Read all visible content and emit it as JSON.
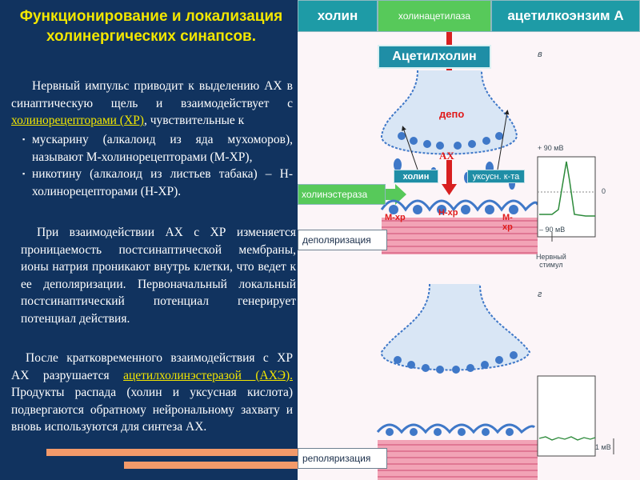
{
  "left": {
    "title": "Функционирование и локализация холинергических синапсов.",
    "p1": {
      "a": "Нервный импульс приводит к выделению АХ в синаптическую щель и взаимодействует с ",
      "hl": "холинорецепторами (ХР)",
      "b": ", чувствительные к"
    },
    "list": [
      {
        "hl": "мускарину",
        "small": " (алкалоид из яда мухоморов),",
        "rest": " называют ",
        "hl2": "М-холинорецепторами (М-ХР),"
      },
      {
        "hl": "никотину",
        "small": "",
        "rest": " (алкалоид из листьев табака) – ",
        "hl2": "Н-холинорецепторами (Н-ХР)."
      }
    ],
    "p2": "При взаимодействии АХ с ХР изменяется проницаемость постсинаптической мембраны, ионы натрия проникают внутрь клетки, что ведет к ее деполяризации. Первоначальный локальный постсинаптический потенциал генерирует потенциал действия.",
    "p3": {
      "a": "После кратковременного взаимодействия с ХР АХ разрушается ",
      "hl": "ацетилхолинэстеразой (АХЭ).",
      "b": " Продукты распада (холин и уксусная кислота) подвергаются обратному нейрональному захвату и вновь используются для синтеза АХ."
    }
  },
  "diagram": {
    "top_choline": "холин",
    "top_enzyme": "холинацетилаза",
    "top_acoa": "ацетилкоэнзим А",
    "ach_box": "Ацетилхолин",
    "depot": "депо",
    "ach_abbr": "АХ",
    "choline_box": "холин",
    "acid_box": "уксусн. к-та",
    "esterase_box": "холинэстераза",
    "m_receptor_left": "М-хр",
    "n_receptor": "Н-хр",
    "m_receptor_right": "М-\nхр",
    "depolarization": "деполяризация",
    "repolarization": "реполяризация",
    "panel_v": "в",
    "panel_g": "г",
    "mv_plus": "+ 90 мВ",
    "mv_zero": "0",
    "mv_minus": "– 90 мВ",
    "nerve_stimulus": "Нервный\nстимул",
    "one_mv": "1 мВ"
  },
  "colors": {
    "left_bg": "#11335f",
    "title": "#f2e600",
    "teal": "#1e9ba6",
    "green": "#57c95a",
    "red_label": "#e01b1b",
    "membrane_blue": "#3f78c8",
    "muscle_pink": "#e78aa3"
  }
}
